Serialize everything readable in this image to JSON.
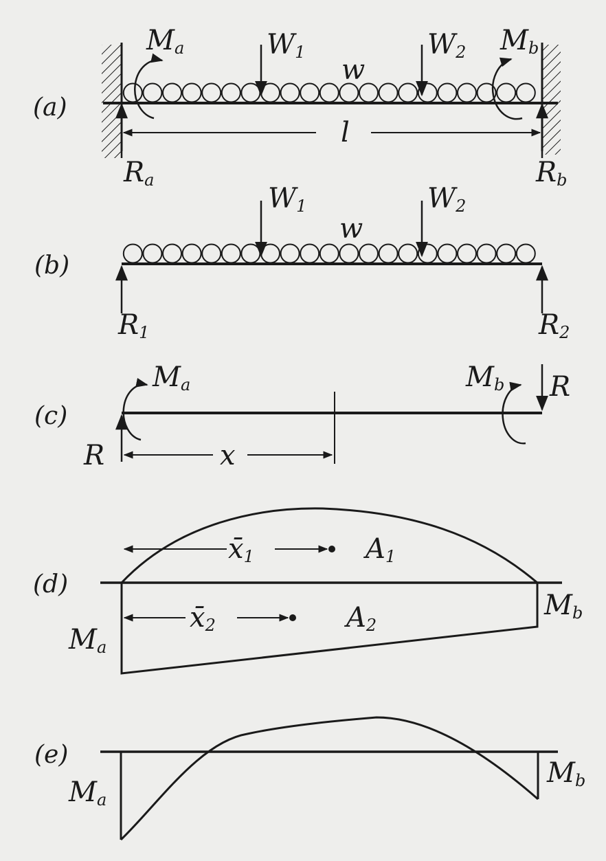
{
  "panels": {
    "a": {
      "tag": "(a)",
      "Ma": {
        "main": "M",
        "sub": "a"
      },
      "Mb": {
        "main": "M",
        "sub": "b"
      },
      "W1": {
        "main": "W",
        "sub": "1"
      },
      "W2": {
        "main": "W",
        "sub": "2"
      },
      "w": "w",
      "l": "l",
      "Ra": {
        "main": "R",
        "sub": "a"
      },
      "Rb": {
        "main": "R",
        "sub": "b"
      }
    },
    "b": {
      "tag": "(b)",
      "W1": {
        "main": "W",
        "sub": "1"
      },
      "W2": {
        "main": "W",
        "sub": "2"
      },
      "w": "w",
      "R1": {
        "main": "R",
        "sub": "1"
      },
      "R2": {
        "main": "R",
        "sub": "2"
      }
    },
    "c": {
      "tag": "(c)",
      "Ma": {
        "main": "M",
        "sub": "a"
      },
      "Mb": {
        "main": "M",
        "sub": "b"
      },
      "R_left": "R",
      "R_right": "R",
      "x": "x"
    },
    "d": {
      "tag": "(d)",
      "x1": {
        "main": "x̄",
        "sub": "1"
      },
      "A1": {
        "main": "A",
        "sub": "1"
      },
      "x2": {
        "main": "x̄",
        "sub": "2"
      },
      "A2": {
        "main": "A",
        "sub": "2"
      },
      "Ma": {
        "main": "M",
        "sub": "a"
      },
      "Mb": {
        "main": "M",
        "sub": "b"
      }
    },
    "e": {
      "tag": "(e)",
      "Ma": {
        "main": "M",
        "sub": "a"
      },
      "Mb": {
        "main": "M",
        "sub": "b"
      }
    }
  },
  "colors": {
    "ink": "#1a1a1a",
    "paper": "#eeeeec"
  }
}
